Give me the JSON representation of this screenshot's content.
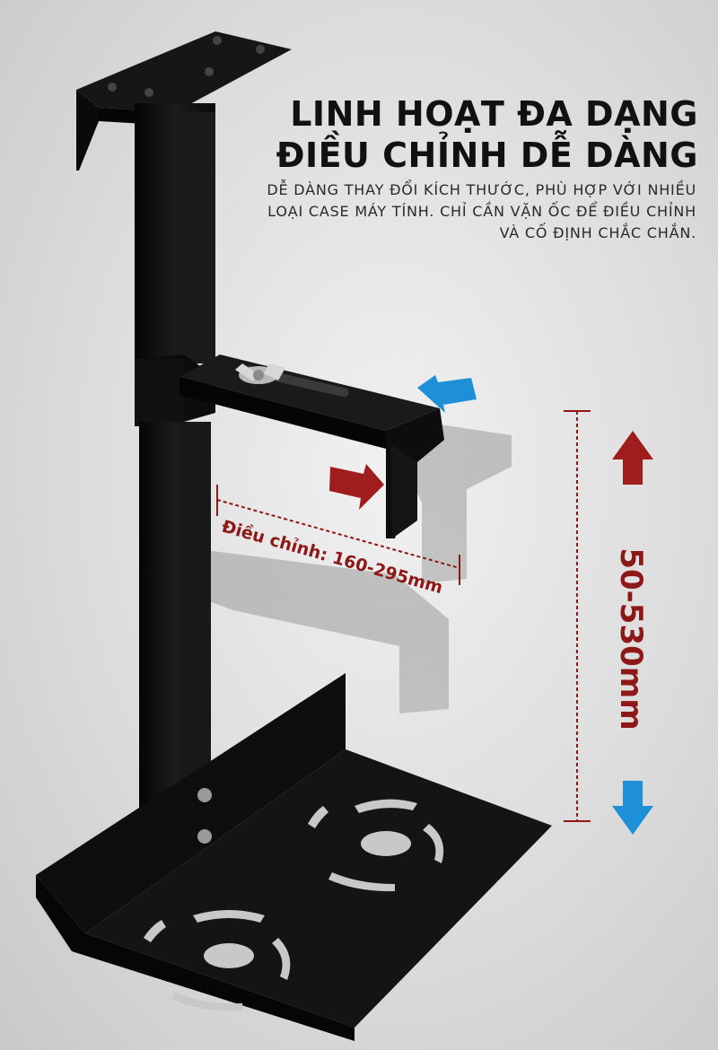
{
  "heading": {
    "line1": "LINH HOẠT ĐA DẠNG",
    "line2": "ĐIỀU CHỈNH DỄ DÀNG"
  },
  "description": {
    "line1": "DỄ DÀNG THAY ĐỔI KÍCH THƯỚC, PHÙ HỢP VỚI NHIỀU",
    "line2": "LOẠI CASE MÁY TÍNH. CHỈ CẦN VẶN ỐC ĐỂ ĐIỀU CHỈNH",
    "line3": "VÀ CỐ ĐỊNH CHẮC CHẮN."
  },
  "width_label": "Điều chỉnh: 160-295mm",
  "height_label": "50-530mm",
  "colors": {
    "accent_red": "#8e1717",
    "accent_blue": "#1e90d8",
    "metal": "#121212"
  },
  "icons": [
    "arrow-up-icon",
    "arrow-down-icon",
    "arrow-left-icon",
    "arrow-right-icon",
    "wing-nut-icon"
  ]
}
